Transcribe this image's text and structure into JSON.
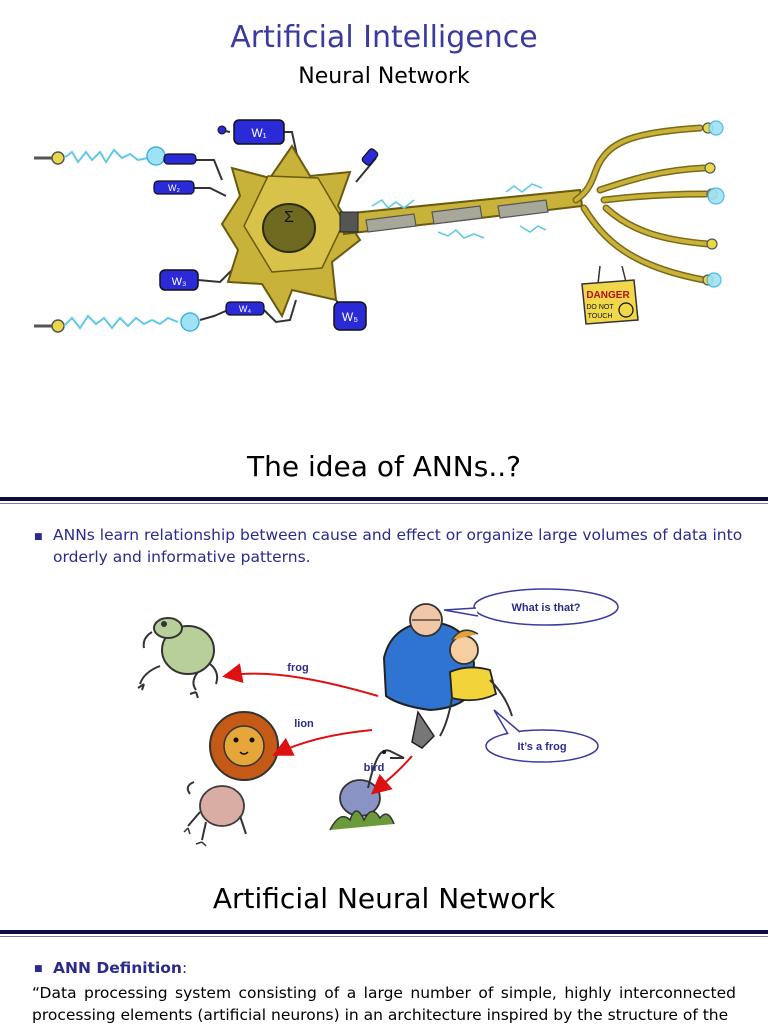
{
  "slide1": {
    "title": "Artificial Intelligence",
    "subtitle": "Neural Network",
    "weights": [
      "W₁",
      "W₂",
      "W₃",
      "W₄",
      "W₅"
    ],
    "sigma": "Σ",
    "danger_sign": {
      "line1": "DANGER",
      "line2": "DO NOT",
      "line3": "TOUCH"
    }
  },
  "slide2": {
    "title": "The idea of ANNs..?",
    "bullet": "ANNs learn relationship between cause and effect or organize large volumes of data into orderly and informative patterns.",
    "labels": {
      "frog": "frog",
      "lion": "lion",
      "bird": "bird"
    },
    "bubble_question": "What is that?",
    "bubble_answer": "It’s a frog"
  },
  "slide3": {
    "title": "Artificial Neural Network",
    "def_label": "ANN Definition",
    "def_colon": ":",
    "paragraph": "“Data processing system consisting of a large number of simple, highly interconnected processing elements (artificial neurons) in an architecture inspired by the structure of the"
  },
  "colors": {
    "title_blue": "#3a3aa0",
    "text_blue": "#2b2b8c",
    "rule_navy": "#0c0c3e",
    "neuron_gold": "#c9b23a",
    "weight_blue": "#2a2ad8",
    "arrow_red": "#dd1111"
  }
}
